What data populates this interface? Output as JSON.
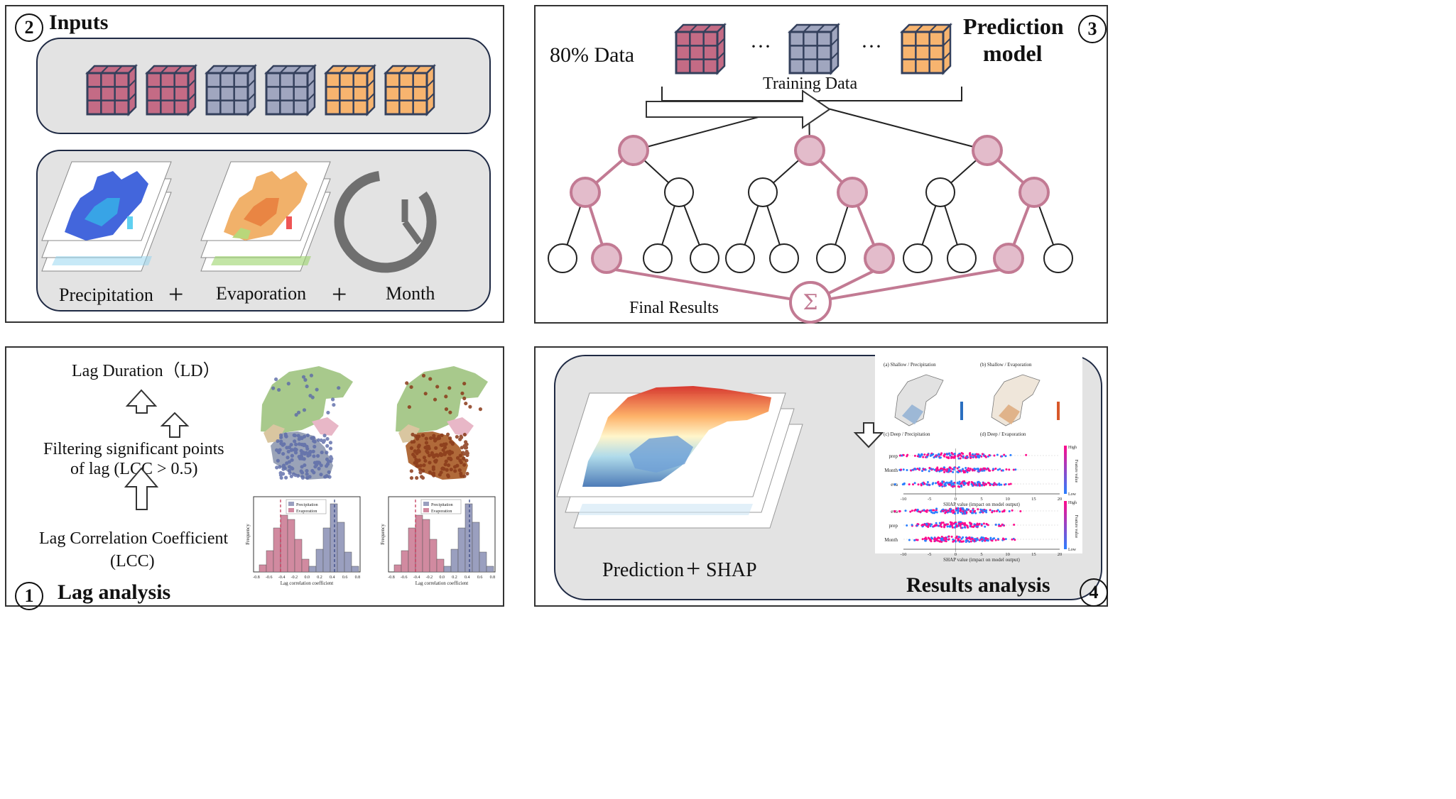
{
  "panel_inputs": {
    "number": "2",
    "title": "Inputs",
    "labels": {
      "precipitation": "Precipitation",
      "evaporation": "Evaporation",
      "month": "Month",
      "plus": "+"
    }
  },
  "panel_prediction": {
    "number": "3",
    "title_line1": "Prediction",
    "title_line2": "model",
    "data_label": "80% Data",
    "ellipsis": "···",
    "training_label": "Training Data",
    "final_label": "Final Results",
    "sum_symbol": "Σ"
  },
  "panel_lag": {
    "number": "1",
    "title": "Lag analysis",
    "step_top": "Lag Duration（LD）",
    "step_mid_line1": "Filtering significant points",
    "step_mid_line2": "of lag (LCC > 0.5)",
    "step_bottom_line1": "Lag Correlation Coefficient",
    "step_bottom_line2": "(LCC)",
    "hist_legend": [
      "Precipitation",
      "Evaporation"
    ],
    "hist_xlabel": "Lag correlation coefficient",
    "hist_ylabel": "Frequency",
    "hist_ticks": [
      "-0.8",
      "-0.6",
      "-0.4",
      "-0.2",
      "0.0",
      "0.2",
      "0.4",
      "0.6",
      "0.8"
    ]
  },
  "panel_results": {
    "number": "4",
    "title": "Results analysis",
    "caption": "Prediction",
    "caption_plus": "+",
    "caption_shap": "SHAP",
    "map_titles": [
      "(a) Shallow / Precipitation",
      "(b) Shallow / Evaporation",
      "(c) Deep / Precipitation",
      "(d) Deep / Evaporation"
    ],
    "shap_rows_top": [
      "prep",
      "Month",
      "eva"
    ],
    "shap_rows_bottom": [
      "eva",
      "prep",
      "Month"
    ],
    "shap_xlabel": "SHAP value (impact on model output)",
    "shap_ticks": [
      "-10",
      "-5",
      "0",
      "5",
      "10",
      "15",
      "20"
    ],
    "shap_colorbar": {
      "high": "High",
      "low": "Low",
      "label": "Feature value"
    }
  },
  "colors": {
    "cube_red": "#c46b85",
    "cube_grey": "#a0a6bf",
    "cube_orange": "#f7b46f",
    "tree_pink": "#c27a93",
    "node_fill": "#e3bccb",
    "hist_red": "#d18aa0",
    "hist_blue": "#9a9fbf",
    "panel_bg": "#e3e3e3"
  }
}
